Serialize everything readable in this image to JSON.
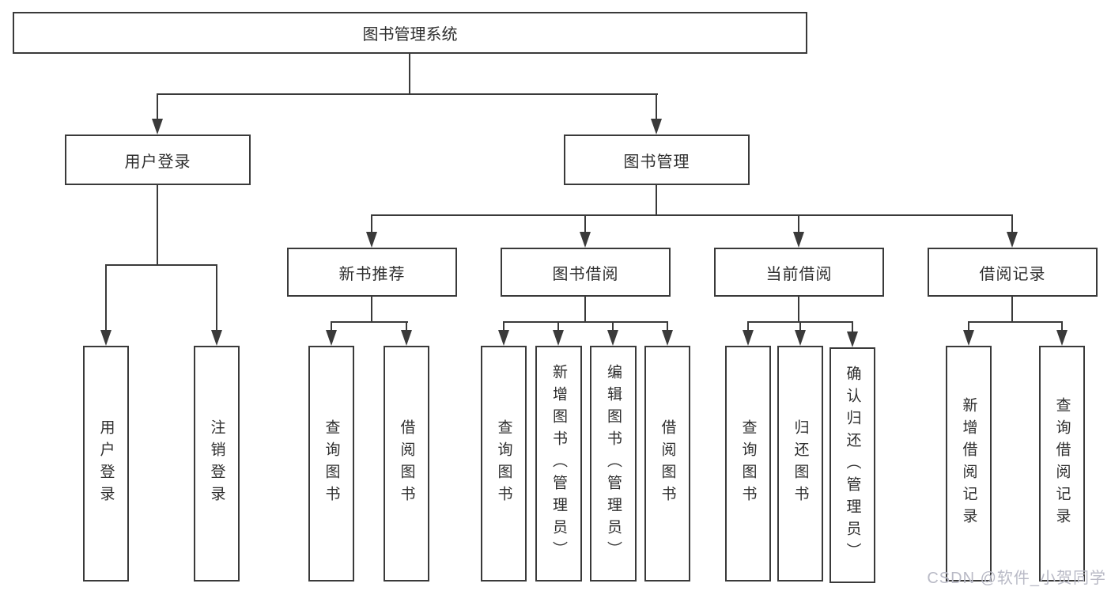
{
  "diagram": {
    "title": "图书管理系统",
    "root": "图书管理系统",
    "level2": {
      "user_login": "用户登录",
      "book_management": "图书管理"
    },
    "level3": {
      "new_book_recommend": "新书推荐",
      "book_borrow": "图书借阅",
      "current_borrow": "当前借阅",
      "borrow_records": "借阅记录"
    },
    "leaves": {
      "user": [
        "用户登录",
        "注销登录"
      ],
      "recommend": [
        "查询图书",
        "借阅图书"
      ],
      "borrow": [
        "查询图书",
        "新增图书（管理员）",
        "编辑图书（管理员）",
        "借阅图书"
      ],
      "current": [
        "查询图书",
        "归还图书",
        "确认归还（管理员）"
      ],
      "records": [
        "新增借阅记录",
        "查询借阅记录"
      ]
    },
    "colors": {
      "line": "#3a3a3a",
      "box_border": "#3a3a3a",
      "text": "#2e2e2e",
      "background": "#ffffff",
      "watermark": "#b9bac6"
    }
  },
  "watermark": "CSDN @软件_小贺同学"
}
